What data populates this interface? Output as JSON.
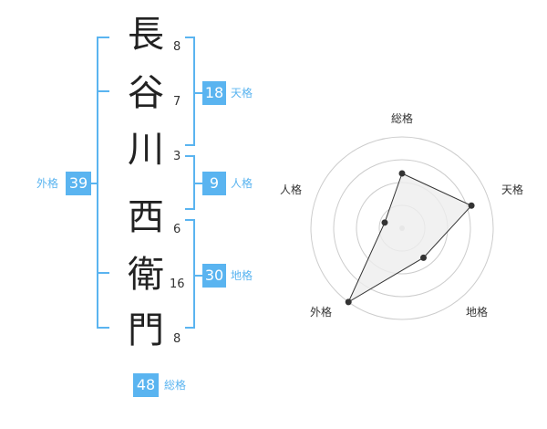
{
  "name": {
    "characters": [
      {
        "char": "長",
        "strokes": 8
      },
      {
        "char": "谷",
        "strokes": 7
      },
      {
        "char": "川",
        "strokes": 3
      },
      {
        "char": "西",
        "strokes": 6
      },
      {
        "char": "衛",
        "strokes": 16
      },
      {
        "char": "門",
        "strokes": 8
      }
    ]
  },
  "kakusu": {
    "tenkaku": {
      "value": "18",
      "label": "天格"
    },
    "jinkaku": {
      "value": "9",
      "label": "人格"
    },
    "chikaku": {
      "value": "30",
      "label": "地格"
    },
    "gaikaku": {
      "value": "39",
      "label": "外格"
    },
    "soukaku": {
      "value": "48",
      "label": "総格"
    }
  },
  "colors": {
    "accent": "#5ab4f0",
    "bracket": "#5ab4f0",
    "radar_fill": "#eeeeee",
    "radar_grid": "#cccccc",
    "radar_line": "#333333"
  },
  "chart_data": {
    "type": "radar",
    "axes": [
      "総格",
      "天格",
      "地格",
      "外格",
      "人格"
    ],
    "values": [
      3,
      4,
      2,
      5,
      1
    ],
    "max": 5,
    "rings": 4
  }
}
